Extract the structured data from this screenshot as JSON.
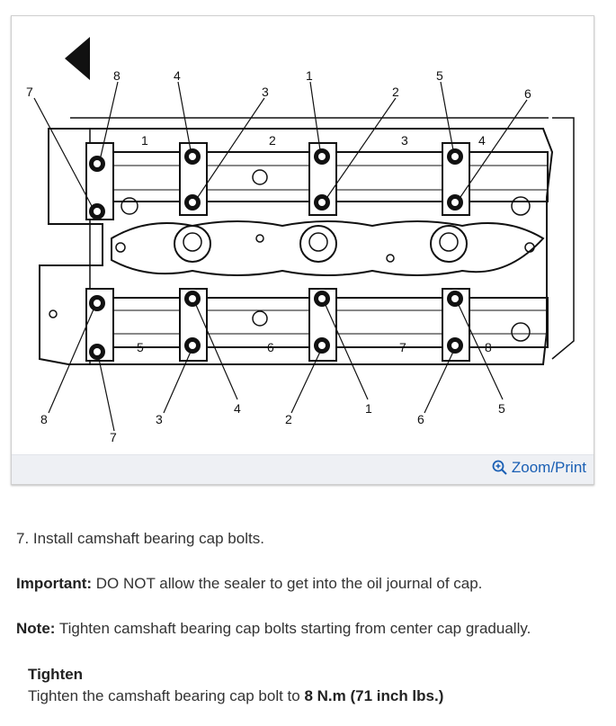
{
  "figure": {
    "zoom_label": "Zoom/Print",
    "top_callouts": [
      "8",
      "4",
      "3",
      "1",
      "2",
      "5",
      "6"
    ],
    "left_callout": "7",
    "cap_numbers_top": [
      "1",
      "2",
      "3",
      "4"
    ],
    "cap_numbers_bottom": [
      "5",
      "6",
      "7",
      "8"
    ],
    "bottom_callouts": [
      "8",
      "3",
      "4",
      "2",
      "1",
      "6",
      "5"
    ],
    "bottom_left_callout": "7"
  },
  "content": {
    "step": "7. Install camshaft bearing cap bolts.",
    "important_label": "Important:",
    "important_text": " DO NOT allow the sealer to get into the oil journal of cap.",
    "note_label": "Note:",
    "note_text": " Tighten camshaft bearing cap bolts starting from center cap gradually.",
    "tighten_heading": "Tighten",
    "tighten_text": "Tighten the camshaft bearing cap bolt to ",
    "tighten_value": "8 N.m (71 inch lbs.)"
  }
}
